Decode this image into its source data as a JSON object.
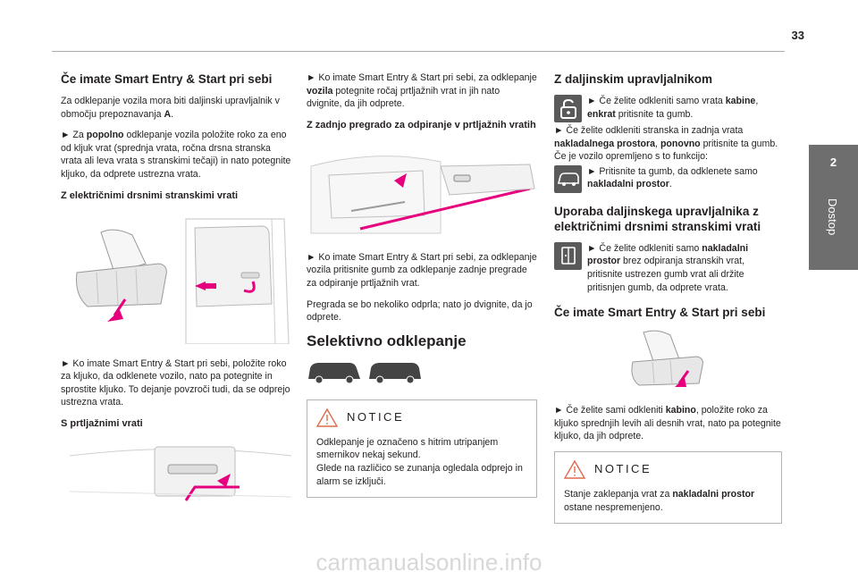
{
  "header": {
    "page_number": "33"
  },
  "side_tab": {
    "number": "2",
    "title": "Dostop"
  },
  "col1": {
    "heading1": "Če imate Smart Entry & Start pri sebi",
    "p1_a": "Za odklepanje vozila mora biti daljinski upravljalnik v območju prepoznavanja ",
    "p1_b": "A",
    "p1_c": ".",
    "p2_a": "► Za ",
    "p2_b": "popolno",
    "p2_c": " odklepanje vozila položite roko za eno od kljuk vrat (sprednja vrata, ročna drsna stranska vrata ali leva vrata s stranskimi tečaji) in nato potegnite kljuko, da odprete ustrezna vrata.",
    "heading2": "Z električnimi drsnimi stranskimi vrati",
    "p3": "► Ko imate Smart Entry & Start pri sebi, položite roko za kljuko, da odklenete vozilo, nato pa potegnite in sprostite kljuko. To dejanje povzroči tudi, da se odprejo ustrezna vrata.",
    "heading3": "S prtljažnimi vrati"
  },
  "col2": {
    "p1_a": "► Ko imate Smart Entry & Start pri sebi, za odklepanje ",
    "p1_b": "vozila",
    "p1_c": " potegnite ročaj prtljažnih vrat in jih nato dvignite, da jih odprete.",
    "heading1": "Z zadnjo pregrado za odpiranje v prtljažnih vratih",
    "p2": "► Ko imate Smart Entry & Start pri sebi, za odklepanje vozila pritisnite gumb za odklepanje zadnje pregrade za odpiranje prtljažnih vrat.",
    "p3": "Pregrada se bo nekoliko odprla; nato jo dvignite, da jo odprete.",
    "big_heading": "Selektivno odklepanje",
    "notice_title": "NOTICE",
    "notice_p1": "Odklepanje je označeno s hitrim utripanjem smernikov nekaj sekund.",
    "notice_p2": "Glede na različico se zunanja ogledala odprejo in alarm se izključi."
  },
  "col3": {
    "heading1": "Z daljinskim upravljalnikom",
    "r1_a": "► Če želite odkleniti samo vrata ",
    "r1_b": "kabine",
    "r1_c": ", ",
    "r1_d": "enkrat",
    "r1_e": " pritisnite ta gumb.",
    "p1_a": "► Če želite odkleniti stranska in zadnja vrata ",
    "p1_b": "nakladalnega prostora",
    "p1_c": ", ",
    "p1_d": "ponovno",
    "p1_e": " pritisnite ta gumb.",
    "p2": "Če je vozilo opremljeno s to funkcijo:",
    "r2_a": "► Pritisnite ta gumb, da odklenete samo ",
    "r2_b": "nakladalni prostor",
    "r2_c": ".",
    "heading2": "Uporaba daljinskega upravljalnika z električnimi drsnimi stranskimi vrati",
    "r3_a": "► Če želite odkleniti samo ",
    "r3_b": "nakladalni prostor",
    "r3_c": " brez odpiranja stranskih vrat, pritisnite ustrezen gumb vrat ali držite pritisnjen gumb, da odprete vrata.",
    "heading3": "Če imate Smart Entry & Start pri sebi",
    "p3_a": "► Če želite sami odkleniti ",
    "p3_b": "kabino",
    "p3_c": ", položite roko za kljuko sprednjih levih ali desnih vrat, nato pa potegnite kljuko, da jih odprete.",
    "notice_title": "NOTICE",
    "notice_p_a": "Stanje zaklepanja vrat za ",
    "notice_p_b": "nakladalni prostor",
    "notice_p_c": " ostane nespremenjeno."
  },
  "footer": {
    "watermark": "carmanualsonline.info"
  },
  "colors": {
    "accent": "#e6007e",
    "tab": "#6e6e6e",
    "notice_icon": "#e06a4a"
  }
}
